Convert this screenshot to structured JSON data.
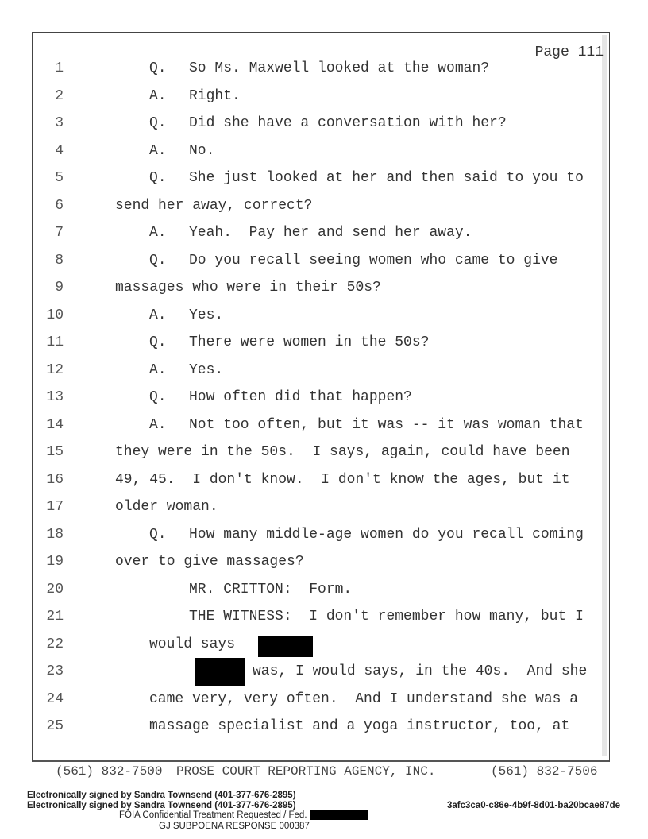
{
  "page_label": "Page 111",
  "lines": [
    {
      "n": "1",
      "kind": "qa",
      "tag": "Q.",
      "text": "So Ms. Maxwell looked at the woman?"
    },
    {
      "n": "2",
      "kind": "qa",
      "tag": "A.",
      "text": "Right."
    },
    {
      "n": "3",
      "kind": "qa",
      "tag": "Q.",
      "text": "Did she have a conversation with her?"
    },
    {
      "n": "4",
      "kind": "qa",
      "tag": "A.",
      "text": "No."
    },
    {
      "n": "5",
      "kind": "qa",
      "tag": "Q.",
      "text": "She just looked at her and then said to you to"
    },
    {
      "n": "6",
      "kind": "cont",
      "text": "send her away, correct?"
    },
    {
      "n": "7",
      "kind": "qa",
      "tag": "A.",
      "text": "Yeah.  Pay her and send her away."
    },
    {
      "n": "8",
      "kind": "qa",
      "tag": "Q.",
      "text": "Do you recall seeing women who came to give"
    },
    {
      "n": "9",
      "kind": "cont",
      "text": "massages who were in their 50s?"
    },
    {
      "n": "10",
      "kind": "qa",
      "tag": "A.",
      "text": "Yes."
    },
    {
      "n": "11",
      "kind": "qa",
      "tag": "Q.",
      "text": "There were women in the 50s?"
    },
    {
      "n": "12",
      "kind": "qa",
      "tag": "A.",
      "text": "Yes."
    },
    {
      "n": "13",
      "kind": "qa",
      "tag": "Q.",
      "text": "How often did that happen?"
    },
    {
      "n": "14",
      "kind": "qa",
      "tag": "A.",
      "text": "Not too often, but it was -- it was woman that"
    },
    {
      "n": "15",
      "kind": "cont",
      "text": "they were in the 50s.  I says, again, could have been"
    },
    {
      "n": "16",
      "kind": "cont",
      "text": "49, 45.  I don't know.  I don't know the ages, but it"
    },
    {
      "n": "17",
      "kind": "cont",
      "text": "older woman."
    },
    {
      "n": "18",
      "kind": "qa",
      "tag": "Q.",
      "text": "How many middle-age women do you recall coming"
    },
    {
      "n": "19",
      "kind": "cont",
      "text": "over to give massages?"
    },
    {
      "n": "20",
      "kind": "coll",
      "text": "MR. CRITTON:  Form."
    },
    {
      "n": "21",
      "kind": "coll",
      "text": "THE WITNESS:  I don't remember how many, but I"
    },
    {
      "n": "22",
      "kind": "collcont",
      "text": "would says"
    },
    {
      "n": "23",
      "kind": "red23",
      "text": "was, I would says, in the 40s.  And she"
    },
    {
      "n": "24",
      "kind": "collcont",
      "text": "came very, very often.  And I understand she was a"
    },
    {
      "n": "25",
      "kind": "collcont",
      "text": "massage specialist and a yoga instructor, too, at"
    }
  ],
  "footer": {
    "phone_left": "(561) 832-7500",
    "agency": "PROSE COURT REPORTING AGENCY, INC.",
    "phone_right": "(561) 832-7506"
  },
  "signatures": [
    "Electronically signed by Sandra Townsend (401-377-676-2895)",
    "Electronically signed by Sandra Townsend (401-377-676-2895)"
  ],
  "hash": "3afc3ca0-c86e-4b9f-8d01-ba20bcae87de",
  "foia": "FOIA Confidential Treatment Requested / Fed.",
  "bates": "GJ SUBPOENA RESPONSE 000387"
}
